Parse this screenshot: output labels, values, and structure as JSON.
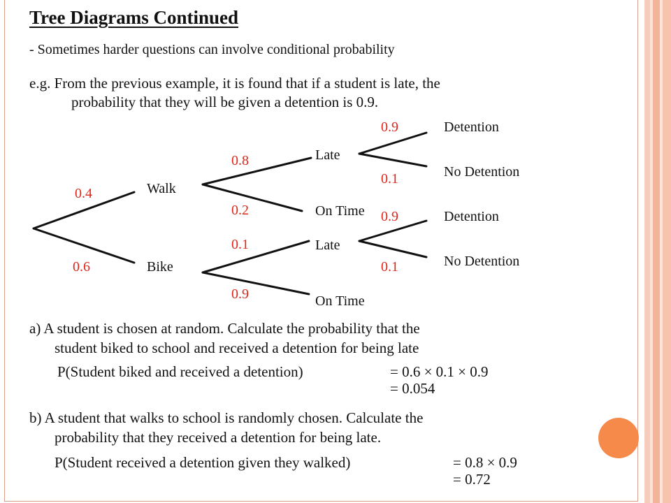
{
  "slide": {
    "title": "Tree Diagrams Continued",
    "subtitle": "- Sometimes harder questions can involve conditional probability",
    "example_line1": "e.g.   From the previous example, it is found that if a student is late, the",
    "example_line2": "probability that they will be given a detention is 0.9."
  },
  "tree": {
    "walk": {
      "label": "Walk",
      "prob": "0.4"
    },
    "bike": {
      "label": "Bike",
      "prob": "0.6"
    },
    "walk_late": {
      "label": "Late",
      "prob": "0.8"
    },
    "walk_ontime": {
      "label": "On Time",
      "prob": "0.2"
    },
    "bike_late": {
      "label": "Late",
      "prob": "0.1"
    },
    "bike_ontime": {
      "label": "On Time",
      "prob": "0.9"
    },
    "wl_detention": {
      "label": "Detention",
      "prob": "0.9"
    },
    "wl_no_detention": {
      "label": "No Detention",
      "prob": "0.1"
    },
    "bl_detention": {
      "label": "Detention",
      "prob": "0.9"
    },
    "bl_no_detention": {
      "label": "No Detention",
      "prob": "0.1"
    }
  },
  "question_a": {
    "line1": "a)  A student is chosen at random. Calculate the probability that the",
    "line2": "student biked to school and received a detention for being late",
    "prompt": "P(Student biked and received a detention)",
    "result1": "= 0.6 × 0.1 × 0.9",
    "result2": "= 0.054"
  },
  "question_b": {
    "line1": "b)   A student that walks to school is randomly chosen. Calculate the",
    "line2": "probability that they received a detention for being late.",
    "prompt": "P(Student received a detention given they walked)",
    "result1": "= 0.8 × 0.9",
    "result2": "= 0.72"
  },
  "colors": {
    "probability_text": "#e0261a",
    "accent_dot": "#f58a4b",
    "border": "#d9a08c"
  }
}
